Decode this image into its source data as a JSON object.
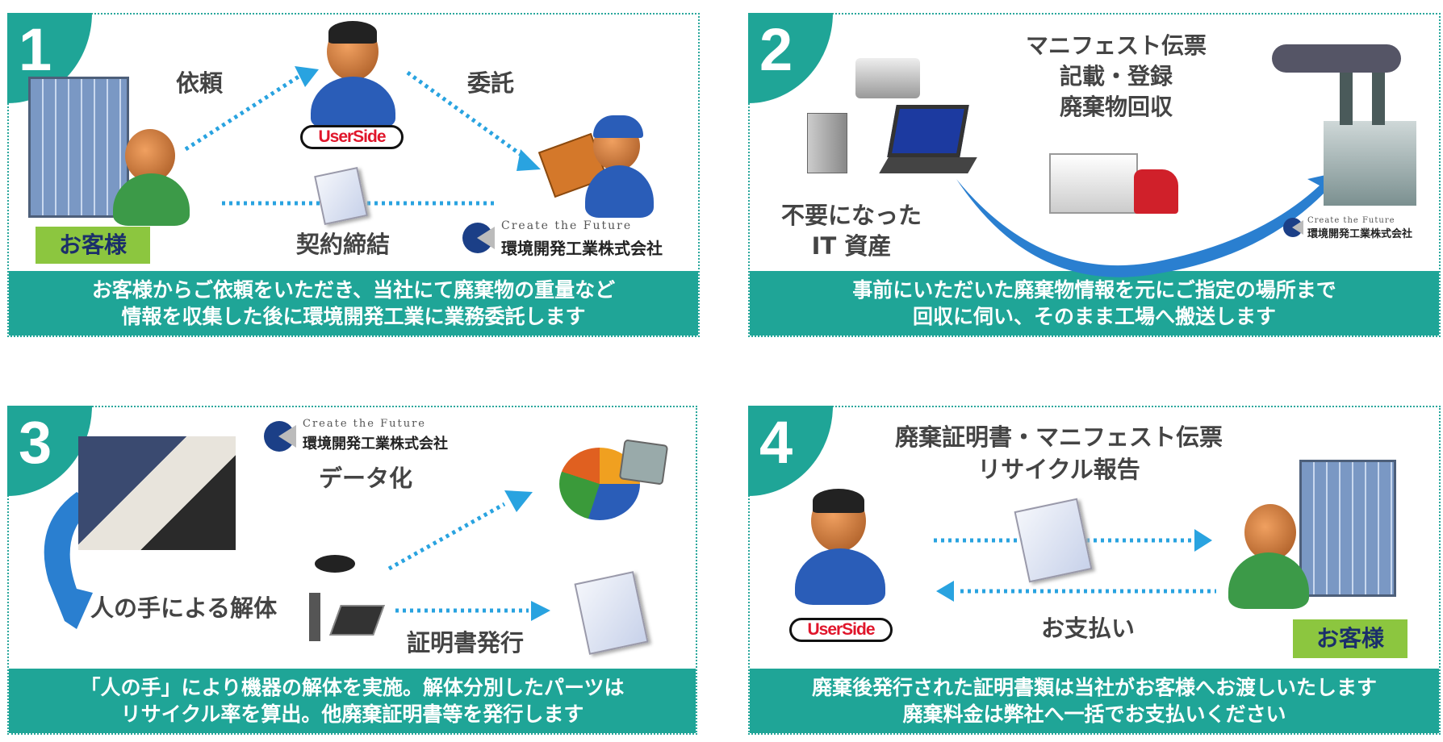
{
  "colors": {
    "teal": "#1fa597",
    "green_label": "#8cc63f",
    "arrow_blue": "#29a3e0",
    "navy": "#1b2f6a"
  },
  "panels": [
    {
      "number": "1",
      "labels": {
        "request": "依頼",
        "outsource": "委託",
        "contract": "契約締結",
        "customer": "お客様"
      },
      "usersides_logo": "UserSide",
      "company": {
        "tagline": "Create the Future",
        "name": "環境開発工業株式会社"
      },
      "caption": [
        "お客様からご依頼をいただき、当社にて廃棄物の重量など",
        "情報を収集した後に環境開発工業に業務委託します"
      ]
    },
    {
      "number": "2",
      "title": [
        "マニフェスト伝票",
        "記載・登録",
        "廃棄物回収"
      ],
      "it_assets": [
        "不要になった",
        "IT 資産"
      ],
      "company": {
        "tagline": "Create the Future",
        "name": "環境開発工業株式会社"
      },
      "caption": [
        "事前にいただいた廃棄物情報を元にご指定の場所まで",
        "回収に伺い、そのまま工場へ搬送します"
      ]
    },
    {
      "number": "3",
      "labels": {
        "data": "データ化",
        "disassembly": "人の手による解体",
        "certificate": "証明書発行"
      },
      "company": {
        "tagline": "Create the Future",
        "name": "環境開発工業株式会社"
      },
      "caption": [
        "「人の手」により機器の解体を実施。解体分別したパーツは",
        "リサイクル率を算出。他廃棄証明書等を発行します"
      ]
    },
    {
      "number": "4",
      "title": [
        "廃棄証明書・マニフェスト伝票",
        "リサイクル報告"
      ],
      "labels": {
        "payment": "お支払い",
        "customer": "お客様"
      },
      "usersides_logo": "UserSide",
      "caption": [
        "廃棄後発行された証明書類は当社がお客様へお渡しいたします",
        "廃棄料金は弊社へ一括でお支払いください"
      ]
    }
  ]
}
